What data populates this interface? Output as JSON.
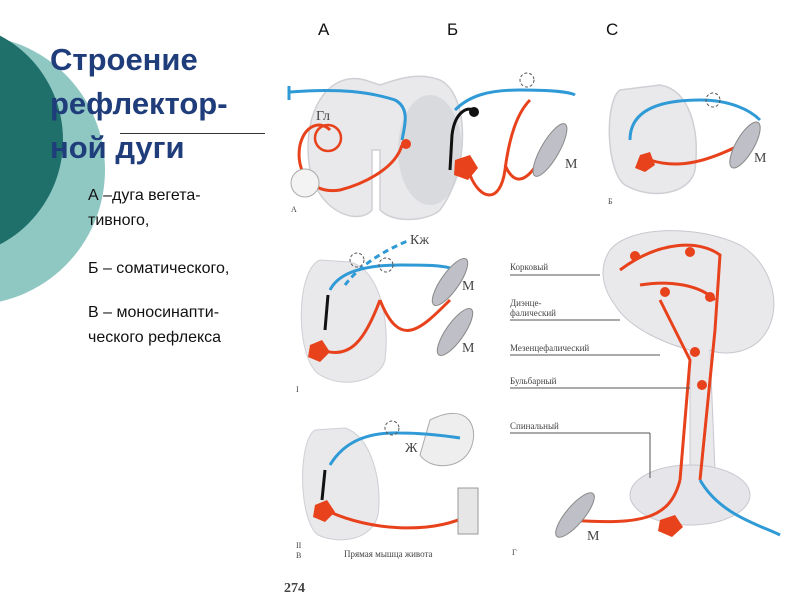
{
  "title": {
    "line1": "Строение",
    "line2": "рефлектор-",
    "line3": "ной дуги"
  },
  "captions": [
    "А –дуга вегета-",
    "тивного,",
    "Б – соматического,",
    "В – моносинапти-",
    "ческого рефлекса"
  ],
  "column_heads": {
    "a": "А",
    "b": "Б",
    "c": "С"
  },
  "figure": {
    "label_gl": "Гл",
    "label_m": "М",
    "label_kzh": "Кж",
    "label_zh": "Ж",
    "panel_a": "А",
    "panel_b": "Б",
    "panel_1": "I",
    "panel_2": "II",
    "panel_v": "В",
    "panel_g": "Г",
    "level_cortical": "Корковый",
    "level_diencephalic_1": "Диэнце-",
    "level_diencephalic_2": "фалический",
    "level_mesencephalic": "Мезенцефалический",
    "level_bulbar": "Бульбарный",
    "level_spinal": "Спинальный",
    "muscle_label": "Прямая мышца живота",
    "page_number": "274"
  },
  "colors": {
    "sensory": "#2f9ad6",
    "motor": "#e8421c",
    "interneuron": "#111111",
    "title": "#1f3d7a",
    "accent_teal": "#1f6f6a",
    "accent_light": "#8fc7c3"
  }
}
